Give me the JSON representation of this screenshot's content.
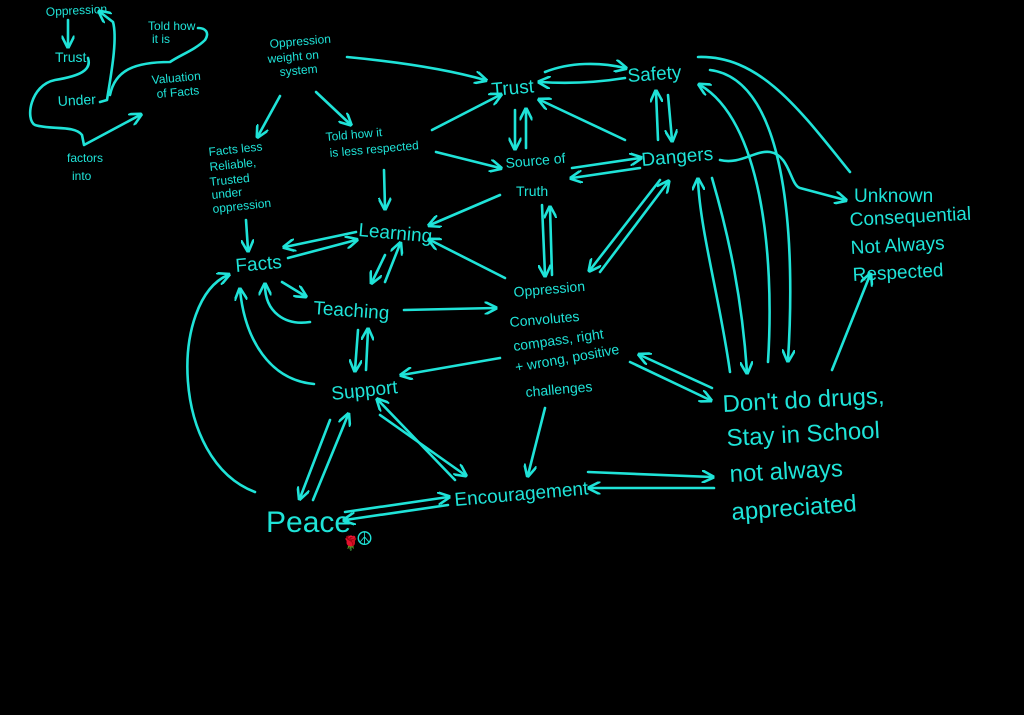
{
  "colors": {
    "background": "#000000",
    "ink": "#1fe3d8"
  },
  "legend": {
    "oppression": "Oppression",
    "trust": "Trust",
    "under": "Under",
    "told_how": [
      "Told how",
      "it is"
    ],
    "valuation": [
      "Valuation",
      "of Facts"
    ],
    "factors_into": [
      "factors",
      "into"
    ]
  },
  "nodes": {
    "oppression_weight": [
      "Oppression",
      "weight on",
      "system"
    ],
    "facts_less_reliable": [
      "Facts less",
      "Reliable,",
      "Trusted",
      "under",
      "oppression"
    ],
    "told_how_less_respected": [
      "Told how it",
      "is less respected"
    ],
    "trust": "Trust",
    "safety": "Safety",
    "source_of_truth": [
      "Source of",
      "Truth"
    ],
    "dangers": "Dangers",
    "learning": "Learning",
    "facts": "Facts",
    "teaching": "Teaching",
    "oppression_convolutes": [
      "Oppression",
      "Convolutes",
      "compass, right",
      "+ wrong, positive",
      "challenges"
    ],
    "support": "Support",
    "encouragement": "Encouragement",
    "peace": "Peace",
    "dont_do_drugs": [
      "Don't do drugs,",
      "Stay in School",
      "not always",
      "appreciated"
    ],
    "unknown": [
      "Unknown",
      "Consequential",
      "Not Always",
      "Respected"
    ]
  },
  "emoji": {
    "rose": "🌹",
    "peace": "☮"
  }
}
